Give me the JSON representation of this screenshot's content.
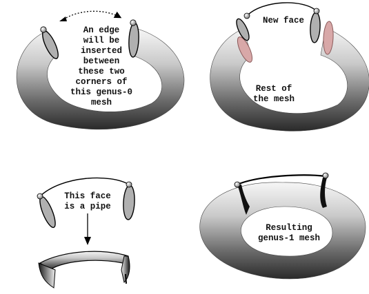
{
  "panels": {
    "top_left": {
      "lines": [
        "An edge",
        "will be",
        "inserted",
        "between",
        "these two",
        "corners of",
        "this genus-0",
        "mesh"
      ]
    },
    "top_right": {
      "new_face": "New face",
      "rest": [
        "Rest of",
        "the mesh"
      ]
    },
    "bottom_left": {
      "lines": [
        "This face",
        "is a pipe"
      ]
    },
    "bottom_right": {
      "lines": [
        "Resulting",
        "genus-1 mesh"
      ]
    }
  },
  "colors": {
    "torus_light": "#f4f4f4",
    "torus_mid": "#a8a8a8",
    "torus_dark": "#2a2a2a",
    "cut_face": "#b0b0b0",
    "cut_face_pink": "#d8a8a8",
    "outline": "#000000"
  }
}
